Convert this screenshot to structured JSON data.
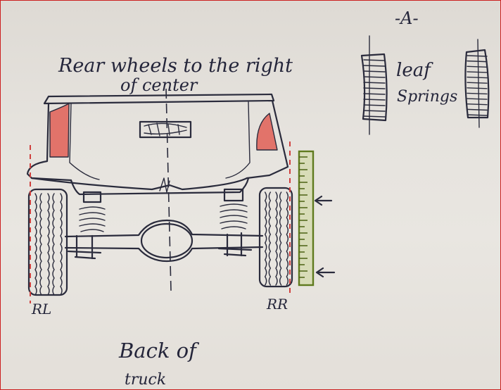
{
  "labels": {
    "title_line1": "Rear wheels to the right",
    "title_line2": "of center",
    "view_marker": "-A-",
    "leaf_label_1": "leaf",
    "leaf_label_2": "Springs",
    "left_wheel": "RL",
    "right_wheel": "RR",
    "bottom_line1": "Back of",
    "bottom_line2": "truck"
  },
  "colors": {
    "ink": "#2a2b3c",
    "red_marker": "#d0403e",
    "straightedge_green": "#5f7a1e",
    "paper": "#e6e3de"
  }
}
